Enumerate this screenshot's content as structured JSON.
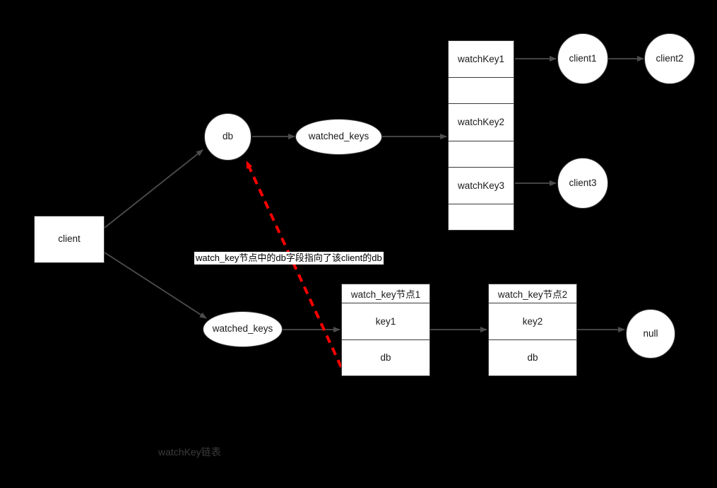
{
  "diagram": {
    "title_caption": "watchKey链表",
    "background_color": "#000000",
    "node_fill": "#ffffff",
    "node_stroke": "#3a3a3a",
    "edge_color": "#4d4d4d",
    "annotation_color": "#ff0000",
    "nodes": {
      "client": "client",
      "db": "db",
      "watched_keys_top": "watched_keys",
      "watched_keys_bottom": "watched_keys",
      "client1": "client1",
      "client2": "client2",
      "client3": "client3",
      "null_node": "null"
    },
    "watch_key_table": {
      "rows": [
        {
          "label": "watchKey1"
        },
        {
          "label": ""
        },
        {
          "label": "watchKey2"
        },
        {
          "label": ""
        },
        {
          "label": "watchKey3"
        },
        {
          "label": ""
        }
      ]
    },
    "watch_key_nodes": [
      {
        "header": "watch_key节点1",
        "key": "key1",
        "db": "db"
      },
      {
        "header": "watch_key节点2",
        "key": "key2",
        "db": "db"
      }
    ],
    "annotation": {
      "text": "watch_key节点中的db字段指向了该client的db"
    }
  }
}
